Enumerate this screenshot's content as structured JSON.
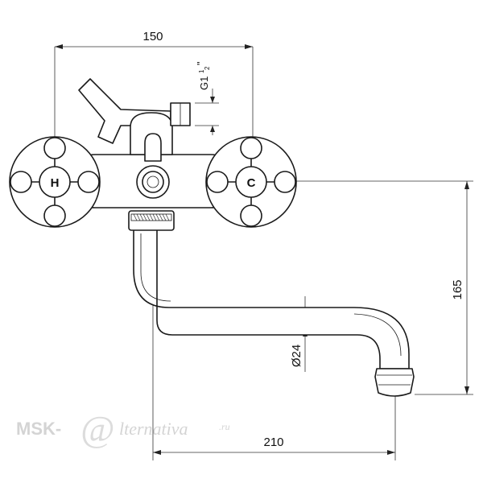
{
  "diagram": {
    "dimensions": {
      "width_top": "150",
      "thread_main": "G1",
      "thread_frac_num": "1",
      "thread_frac_den": "2",
      "thread_inch": "\"",
      "height_right": "165",
      "pipe_diameter": "Ø24",
      "spout_reach": "210"
    },
    "handles": {
      "hot": "H",
      "cold": "C"
    },
    "watermark": {
      "brand": "MSK-",
      "at": "@",
      "script": "lternativa",
      "domain": ".ru"
    }
  },
  "colors": {
    "line": "#1a1a1a",
    "watermark": "#d4d4d4",
    "background": "#ffffff"
  }
}
